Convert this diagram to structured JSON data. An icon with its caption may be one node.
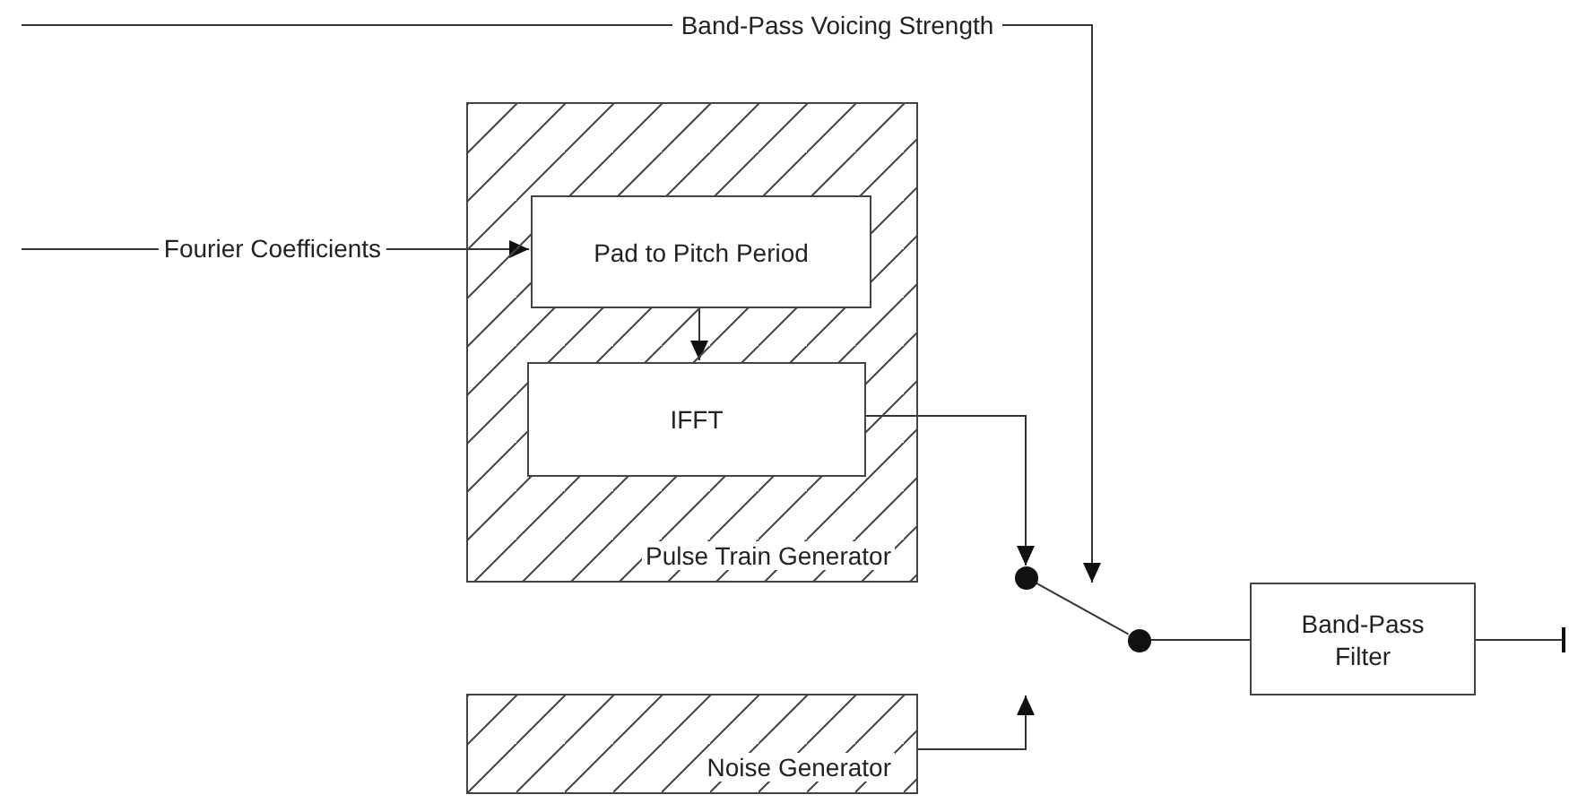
{
  "diagram": {
    "nodes": [
      {
        "text": [
          "Pulse Train Generator"
        ]
      },
      {
        "text": [
          "Pad to Pitch Period"
        ],
        "in": 0
      },
      {
        "text": [
          "IFFT"
        ],
        "in": 0
      },
      {
        "text": [
          "Noise Generator"
        ]
      },
      {
        "text": [],
        "shape": "circle"
      },
      {
        "text": [],
        "shape": "circle"
      },
      {
        "text": [
          "Band-Pass Filter"
        ]
      },
      {
        "text": [
          "Band-Pass Voicing Strength"
        ]
      }
    ],
    "edges": [
      {
        "from": null,
        "to": 1,
        "arrow": "to",
        "label": "Fourier Coefficients"
      },
      {
        "from": null,
        "to": 7,
        "arrow": "none"
      },
      {
        "from": 1,
        "to": 2,
        "arrow": "to"
      },
      {
        "from": 2,
        "to": 4,
        "arrow": "to"
      },
      {
        "from": 3,
        "to": null,
        "arrow": "to"
      },
      {
        "from": 4,
        "to": 5,
        "arrow": "none"
      },
      {
        "from": 5,
        "to": 6,
        "arrow": "none"
      },
      {
        "from": 6,
        "to": null,
        "arrow": "other"
      },
      {
        "from": 7,
        "to": null,
        "arrow": "to"
      }
    ]
  }
}
